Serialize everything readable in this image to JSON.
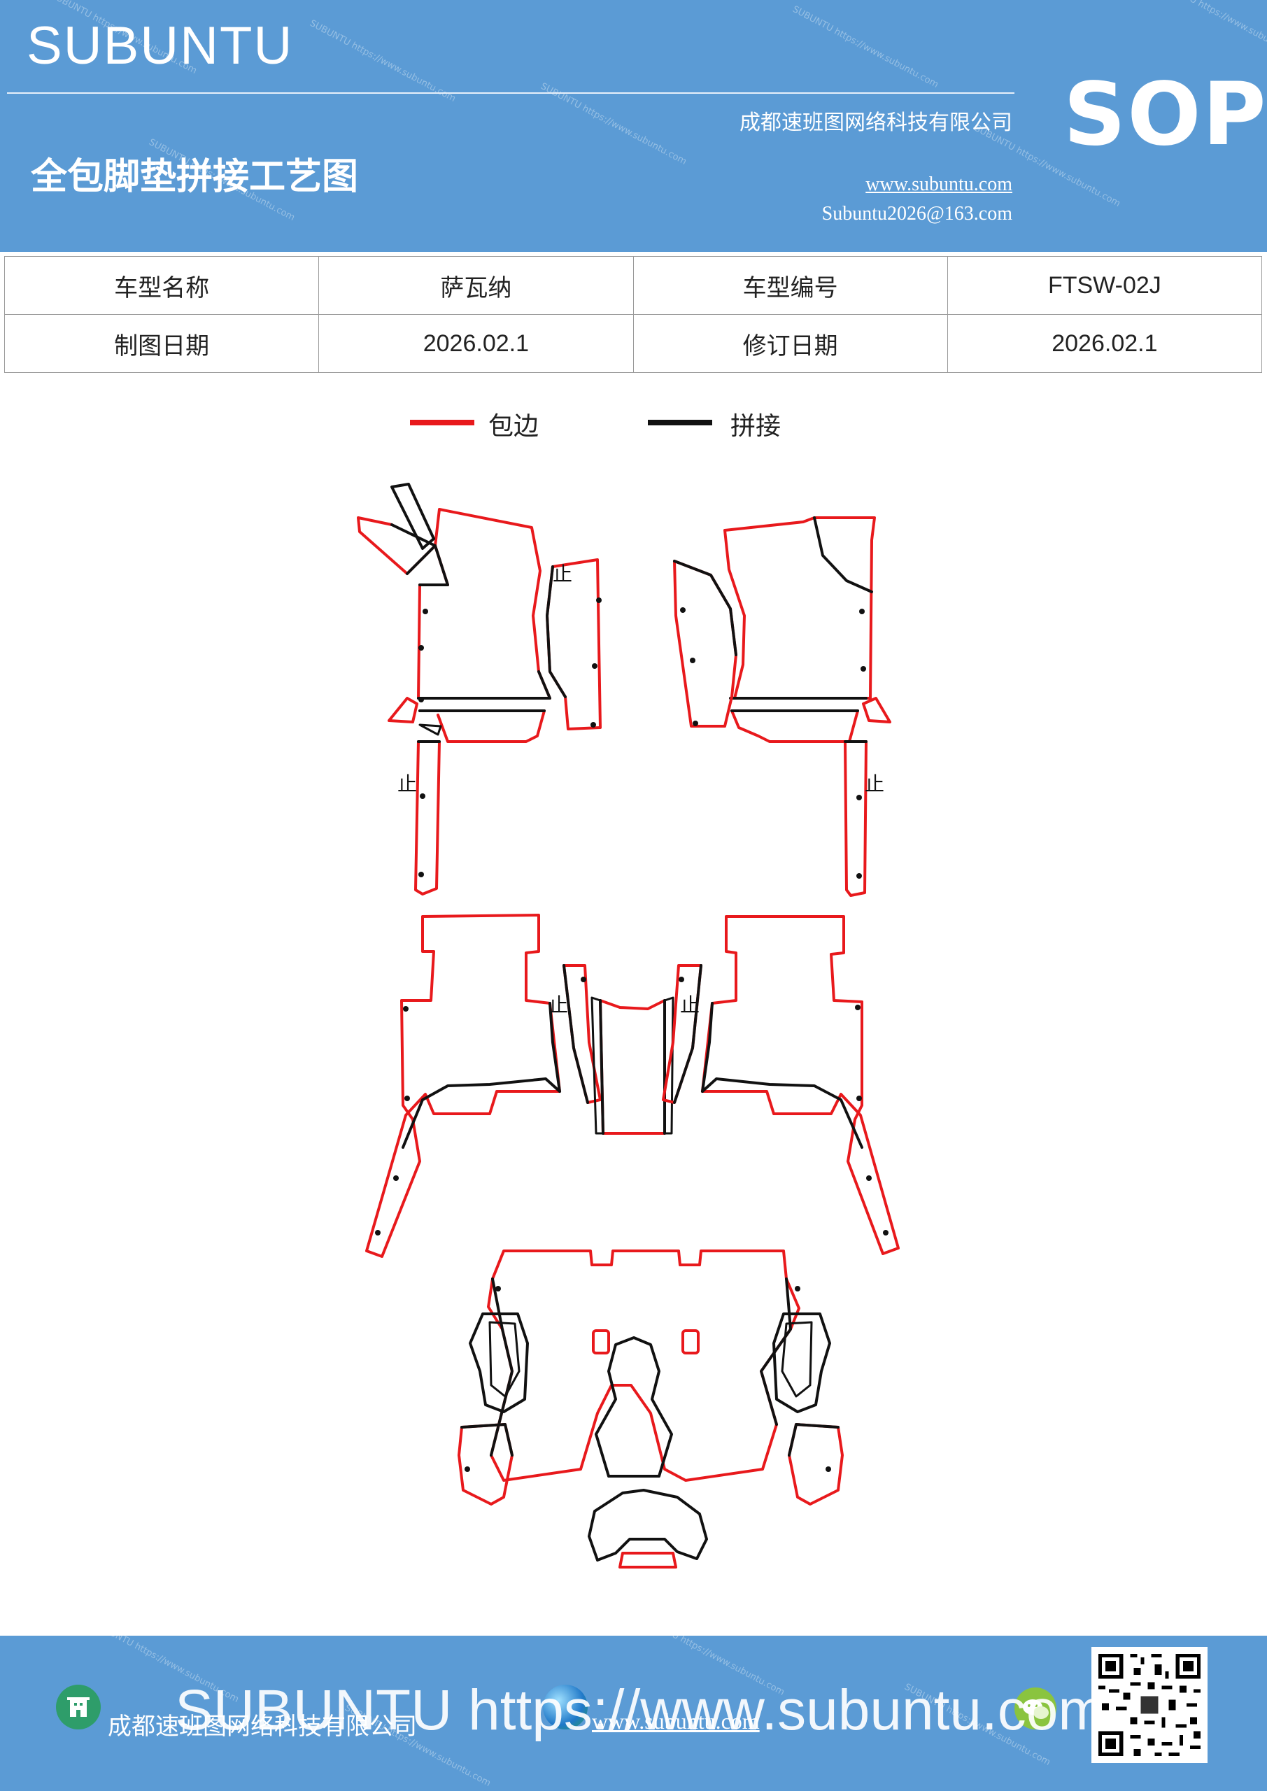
{
  "header": {
    "brand": "SUBUNTU",
    "doc_title": "全包脚垫拼接工艺图",
    "company": "成都速班图网络科技有限公司",
    "website": "www.subuntu.com",
    "email": "Subuntu2026@163.com",
    "badge": "SOP",
    "watermark": "SUBUNTU https://www.subuntu.com"
  },
  "info_table": {
    "row1": {
      "label_a": "车型名称",
      "value_a": "萨瓦纳",
      "label_b": "车型编号",
      "value_b": "FTSW-02J"
    },
    "row2": {
      "label_a": "制图日期",
      "value_a": "2026.02.1",
      "label_b": "修订日期",
      "value_b": "2026.02.1"
    }
  },
  "legend": {
    "edge": {
      "label": "包边",
      "color": "#e8191c"
    },
    "seam": {
      "label": "拼接",
      "color": "#111111"
    }
  },
  "drawing": {
    "stop_mark": "止"
  },
  "footer": {
    "company": "成都速班图网络科技有限公司",
    "website": "www.subuntu.com",
    "big_text": "SUBUNTU https://www.subuntu.com"
  },
  "colors": {
    "brand_blue": "#5b9bd5",
    "edge_red": "#e8191c",
    "seam_black": "#111111"
  }
}
